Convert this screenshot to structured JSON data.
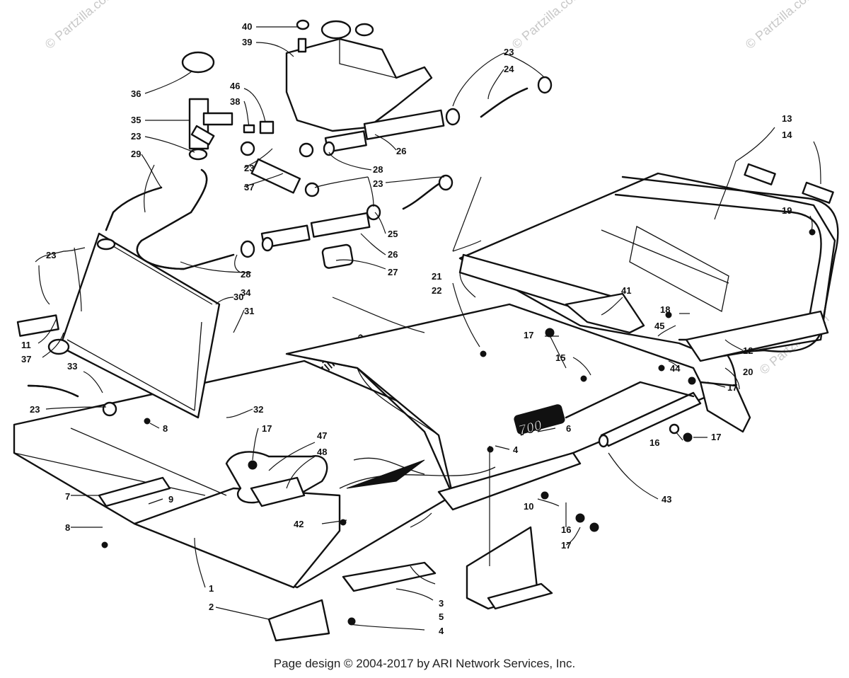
{
  "watermark": "© Partzilla.com",
  "footer": "Page design © 2004-2017 by ARI Network Services, Inc.",
  "badge": "700",
  "callouts": {
    "c1": "1",
    "c2": "2",
    "c3": "3",
    "c4a": "4",
    "c4b": "4",
    "c5": "5",
    "c6": "6",
    "c7": "7",
    "c8a": "8",
    "c8b": "8",
    "c9": "9",
    "c10": "10",
    "c11": "11",
    "c12": "12",
    "c13": "13",
    "c14": "14",
    "c15": "15",
    "c16a": "16",
    "c16b": "16",
    "c17a": "17",
    "c17b": "17",
    "c17c": "17",
    "c17d": "17",
    "c17e": "17",
    "c18": "18",
    "c19": "19",
    "c20": "20",
    "c21": "21",
    "c22": "22",
    "c23a": "23",
    "c23b": "23",
    "c23c": "23",
    "c23d": "23",
    "c23e": "23",
    "c23f": "23",
    "c24": "24",
    "c25": "25",
    "c26a": "26",
    "c26b": "26",
    "c27": "27",
    "c28a": "28",
    "c28b": "28",
    "c29": "29",
    "c30": "30",
    "c31": "31",
    "c32": "32",
    "c33": "33",
    "c34": "34",
    "c35": "35",
    "c36": "36",
    "c37a": "37",
    "c37b": "37",
    "c38": "38",
    "c39": "39",
    "c40": "40",
    "c41": "41",
    "c42": "42",
    "c43": "43",
    "c44": "44",
    "c45": "45",
    "c46": "46",
    "c47": "47",
    "c48": "48"
  }
}
